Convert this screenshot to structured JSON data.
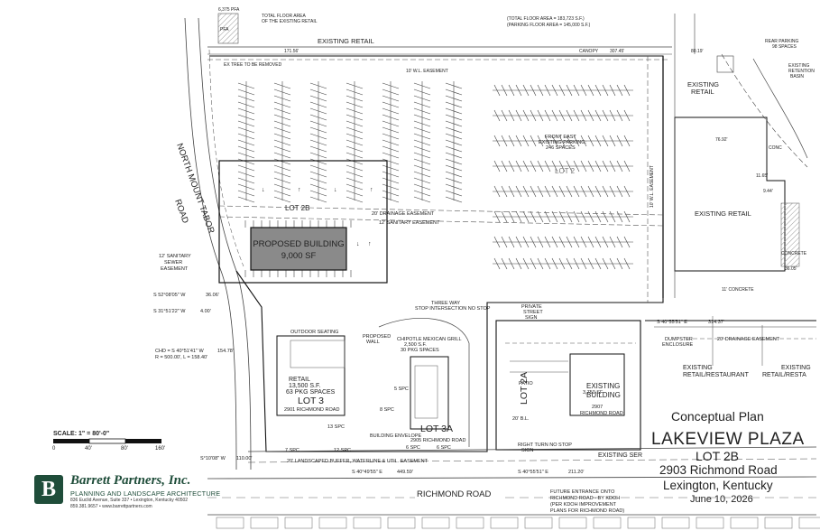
{
  "floor_area": {
    "existing_total": "TOTAL FLOOR AREA",
    "existing_total2": "OF THE EXISTING RETAIL",
    "total": "(TOTAL FLOOR AREA = 183,723 S.F.)",
    "parking": "(PARKING FLOOR AREA = 145,000 S.F.)"
  },
  "top_labels": {
    "existing_retail_top": "EXISTING RETAIL",
    "ex_tree": "EX TREE TO BE REMOVED",
    "wl_easement": "10' W.L. EASEMENT",
    "canopy": "CANOPY",
    "pfa": "6,375 PFA",
    "pfa_tag": "PFA",
    "rear_parking": "REAR PARKING",
    "rear_spaces": "98 SPACES",
    "existing_retail_right": "EXISTING",
    "existing_retail_right2": "RETAIL",
    "existing_retention": "EXISTING",
    "existing_retention2": "RETENTION",
    "existing_retention3": "BASIN",
    "existing_retail_main": "EXISTING RETAIL",
    "concrete": "CONCRETE",
    "conc": "CONC"
  },
  "site": {
    "road_name_1": "NORTH MOUNT TABOR",
    "road_name_2": "ROAD",
    "richmond_road": "RICHMOND ROAD",
    "lot2": "LOT 2",
    "lot2b": "LOT 2B",
    "front_parking_1": "FRONT EAST",
    "front_parking_2": "EXISTING PARKING:",
    "front_parking_3": "246 SPACES",
    "drainage_easement": "20' DRAINAGE EASEMENT",
    "sanitary_easement": "12' SANITARY EASEMENT",
    "sanitary_sewer_1": "12' SANITARY",
    "sanitary_sewer_2": "SEWER",
    "sanitary_sewer_3": "EASEMENT",
    "wl_easement_side": "10' W.L. EASEMENT",
    "three_way": "THREE WAY",
    "stop_sign": "STOP INTERSECTION  NO STOP",
    "private_street_1": "PRIVATE",
    "private_street_2": "STREET",
    "private_street_3": "SIGN",
    "dumpster_1": "DUMPSTER",
    "dumpster_2": "ENCLOSURE",
    "drainage_2": "20' DRAINAGE EASEMENT",
    "existing_retail_rest": "EXISTING",
    "existing_retail_rest2": "RETAIL/RESTAURANT",
    "existing_retail_rest3": "EXISTING",
    "existing_retail_rest4": "RETAIL/RESTA",
    "existing_ser": "EXISTING SER",
    "landscape_buffer": "20' LANDSCAPED BUFFER, WATERLINE & UTIL. EASEMENT",
    "right_turn": "RIGHT TURN NO STOP",
    "right_turn_sign": "SIGN",
    "future_1": "FUTURE ENTRANCE ONTO",
    "future_2": "RICHMOND ROAD  - BY KDOH",
    "future_3": "(PER KDOH IMPROVEMENT",
    "future_4": "PLANS FOR RICHMOND ROAD)",
    "outdoor_seating": "OUTDOOR SEATING",
    "proposed_wall_1": "PROPOSED",
    "proposed_wall_2": "WALL",
    "chipotle": "CHIPOTLE MEXICAN GRILL",
    "chipotle_sf": "2,500 S.F.",
    "chipotle_pkg": "30 PKG SPACES",
    "building_envelope": "BUILDING ENVELOPE",
    "patio": "PATIO",
    "bl": "20' B.L."
  },
  "bearings": {
    "b1": "S 52°08'05\" W",
    "b1d": "36.06'",
    "b2": "S 31°51'22\" W",
    "b2d": "4.00'",
    "b3": "CHD = S 40°51'41\" W",
    "b3d": "154.78'",
    "b4": "R = 500.00', L = 158.40'",
    "b5": "S 40°49'55\" E",
    "b5d": "449.59'",
    "b6": "S 40°55'51\" E",
    "b6d": "211.20'",
    "b7": "S°10'08\" W",
    "b7d": "110.00'",
    "b8": "S 40°55'51\" E",
    "b8d": "314.37'",
    "b9": "211.20'",
    "b10": "11' CONCRETE",
    "b11": "36.05'",
    "b12": "9.44'",
    "b13": "11.65'",
    "b14": "76.92'",
    "b15": "171.56'",
    "b16": "307.45'",
    "b17": "80.19'"
  },
  "buildings": {
    "proposed": {
      "name": "PROPOSED BUILDING",
      "area": "9,000 SF"
    },
    "lot3": {
      "name": "RETAIL",
      "area": "13,500 S.F.",
      "pkg": "63 PKG SPACES",
      "lot": "LOT 3",
      "address": "2901 RICHMOND ROAD"
    },
    "lot3a": {
      "lot": "LOT 3A",
      "address": "2905 RICHMOND ROAD"
    },
    "lot2a": {
      "lot": "LOT 2A",
      "name1": "EXISTING",
      "name2": "BUILDING",
      "area": "3,750 SF",
      "num": "2907",
      "road": "RICHMOND ROAD"
    }
  },
  "spaces": {
    "s5": "5 SPC",
    "s6": "6 SPC",
    "s7": "7 SPC",
    "s12": "12 SPC",
    "s13": "13 SPC",
    "s8": "8 SPC"
  },
  "scale": {
    "label": "SCALE: 1\" = 80'-0\"",
    "ticks": [
      "0",
      "40'",
      "80'",
      "160'"
    ]
  },
  "firm": {
    "name": "Barrett Partners, Inc.",
    "tagline": "PLANNING AND LANDSCAPE ARCHITECTURE",
    "address": "836 Euclid Avenue, Suite 337 • Lexington, Kentucky 40502",
    "phone": "859.381.9657 • www.barrettpartners.com",
    "logo_letter": "B"
  },
  "title_block": {
    "conceptual": "Conceptual Plan",
    "title": "LAKEVIEW PLAZA",
    "lot": "LOT 2B",
    "address": "2903 Richmond Road",
    "city": "Lexington, Kentucky",
    "date": "June 10, 2026"
  },
  "colors": {
    "line": "#333333",
    "building": "#8a8a8a",
    "firm": "#1f4d3a"
  }
}
